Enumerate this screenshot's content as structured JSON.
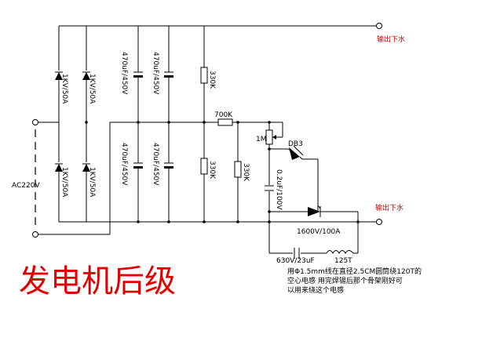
{
  "title": "发电机后级",
  "labels": {
    "output_top": "输出下水",
    "output_bottom": "输出下水",
    "ac_input": "AC220V",
    "diode_1": "1KV/50A",
    "diode_2": "1KV/50A",
    "diode_3": "1KV/50A",
    "diode_4": "1KV/50A",
    "cap_1": "470uF/450V",
    "cap_2": "470uF/450V",
    "cap_3": "470uF/450V",
    "cap_4": "470uF/450V",
    "res_top": "330K",
    "res_mid": "330K",
    "res_right": "330K",
    "res_series": "700K",
    "pot": "1M",
    "diac": "DB3",
    "cap_trigger": "0.2uF/100V",
    "thyristor": "1600V/100A",
    "cap_output": "630V/23uF",
    "inductor": "125T"
  },
  "note": {
    "line1": "用Φ1.5mm线在直径2.5CM圆筒绕120T的",
    "line2": "空心电感 用完焊锡后那个骨架刚好可",
    "line3": "以用来绕这个电感"
  }
}
